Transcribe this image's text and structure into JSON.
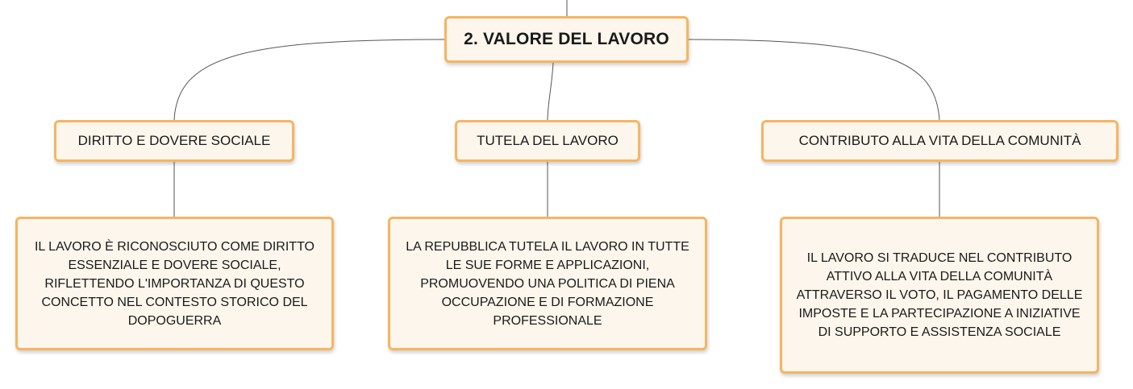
{
  "diagram": {
    "root": {
      "label": "2. VALORE DEL LAVORO"
    },
    "branches": [
      {
        "label": "DIRITTO E DOVERE SOCIALE",
        "detail": "IL LAVORO È RICONOSCIUTO COME DIRITTO ESSENZIALE E DOVERE SOCIALE, RIFLETTENDO L'IMPORTANZA DI QUESTO CONCETTO NEL CONTESTO STORICO DEL DOPOGUERRA"
      },
      {
        "label": "TUTELA DEL LAVORO",
        "detail": "LA REPUBBLICA TUTELA IL LAVORO IN TUTTE LE SUE FORME E APPLICAZIONI, PROMUOVENDO UNA POLITICA DI PIENA OCCUPAZIONE E DI FORMAZIONE PROFESSIONALE"
      },
      {
        "label": "CONTRIBUTO ALLA VITA DELLA COMUNITÀ",
        "detail": "IL LAVORO SI TRADUCE NEL CONTRIBUTO ATTIVO ALLA VITA DELLA COMUNITÀ ATTRAVERSO IL VOTO, IL PAGAMENTO DELLE IMPOSTE E LA PARTECIPAZIONE A INIZIATIVE DI SUPPORTO E ASSISTENZA SOCIALE"
      }
    ]
  },
  "colors": {
    "node_fill": "#fdf6ec",
    "node_border": "#f5b562",
    "connector": "#555555",
    "text": "#1a1a1a"
  }
}
